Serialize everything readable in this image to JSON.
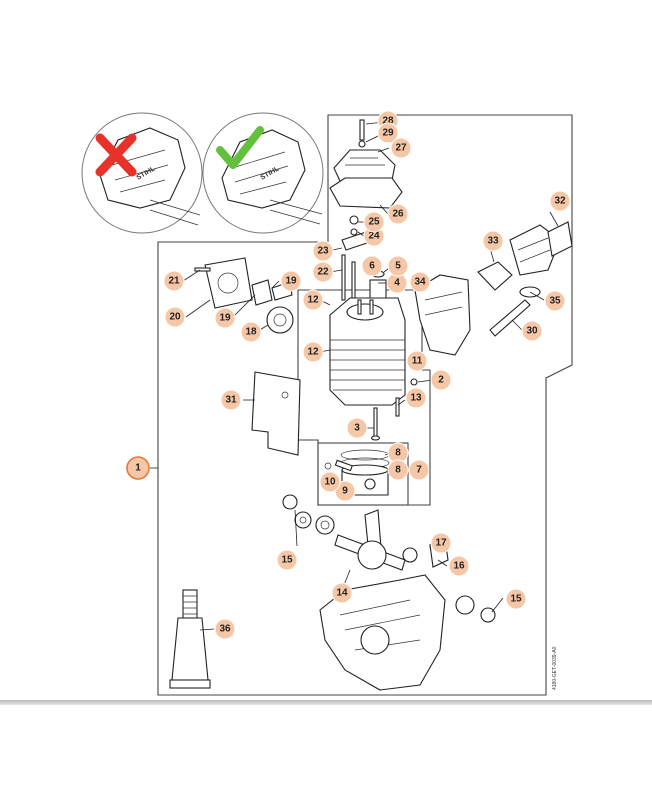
{
  "callouts": [
    {
      "label": "1",
      "main": true
    },
    {
      "label": "2"
    },
    {
      "label": "3"
    },
    {
      "label": "4"
    },
    {
      "label": "5"
    },
    {
      "label": "6"
    },
    {
      "label": "7"
    },
    {
      "label": "8"
    },
    {
      "label": "8"
    },
    {
      "label": "9"
    },
    {
      "label": "10"
    },
    {
      "label": "11"
    },
    {
      "label": "12"
    },
    {
      "label": "12"
    },
    {
      "label": "13"
    },
    {
      "label": "14"
    },
    {
      "label": "15"
    },
    {
      "label": "15"
    },
    {
      "label": "16"
    },
    {
      "label": "17"
    },
    {
      "label": "18"
    },
    {
      "label": "19"
    },
    {
      "label": "19"
    },
    {
      "label": "20"
    },
    {
      "label": "21"
    },
    {
      "label": "22"
    },
    {
      "label": "23"
    },
    {
      "label": "24"
    },
    {
      "label": "25"
    },
    {
      "label": "26"
    },
    {
      "label": "27"
    },
    {
      "label": "28"
    },
    {
      "label": "29"
    },
    {
      "label": "30"
    },
    {
      "label": "31"
    },
    {
      "label": "32"
    },
    {
      "label": "33"
    },
    {
      "label": "34"
    },
    {
      "label": "35"
    },
    {
      "label": "36"
    }
  ],
  "brand_text": "STIHL",
  "doc_number": "4180-GET-0039-A0",
  "colors": {
    "callout_fill": "#f6c7a6",
    "callout_main_ring": "#e07a3a",
    "wrong_mark": "#e8312a",
    "right_mark": "#62c13c"
  },
  "icons": [
    "cross-mark-icon",
    "check-mark-icon"
  ]
}
